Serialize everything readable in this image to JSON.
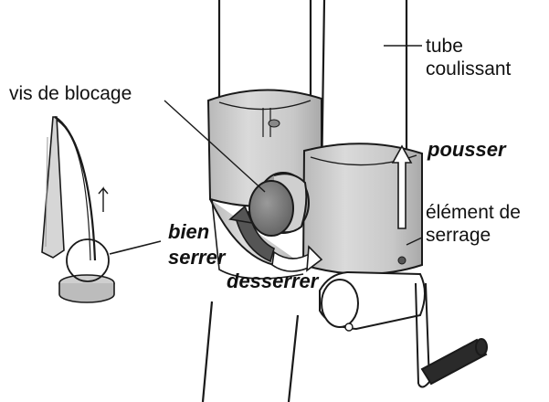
{
  "labels": {
    "tube_line1": "tube",
    "tube_line2": "coulissant",
    "vis": "vis de blocage",
    "pousser": "pousser",
    "element_line1": "élément de",
    "element_line2": "serrage",
    "bien": "bien",
    "serrer": "serrer",
    "desserrer": "desserrer"
  },
  "colors": {
    "stroke": "#1a1a1a",
    "tube_fill": "#ffffff",
    "clamp_fill": "#cdcdcd",
    "knob_fill": "#7a7a7a",
    "arrow_dark": "#555555"
  }
}
